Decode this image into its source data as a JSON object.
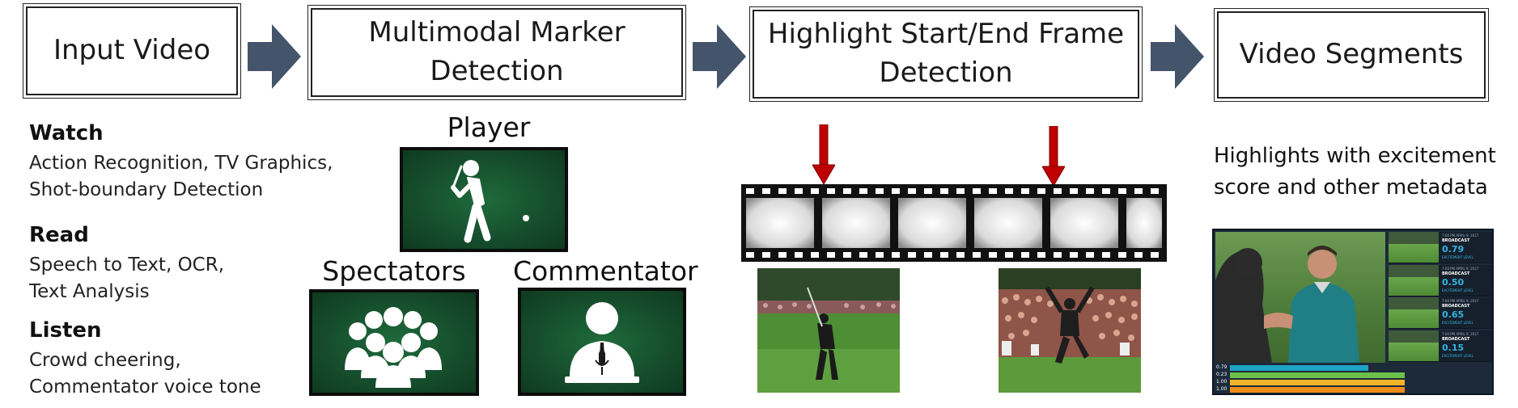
{
  "pipeline": {
    "step1": "Input Video",
    "step2_line1": "Multimodal Marker",
    "step2_line2": "Detection",
    "step3_line1": "Highlight Start/End Frame",
    "step3_line2": "Detection",
    "step4": "Video Segments"
  },
  "modalities": {
    "watch_title": "Watch",
    "watch_desc": "Action Recognition, TV Graphics,\nShot-boundary Detection",
    "read_title": "Read",
    "read_desc": "Speech to Text, OCR,\nText Analysis",
    "listen_title": "Listen",
    "listen_desc": "Crowd cheering,\nCommentator voice tone"
  },
  "markers": {
    "player": "Player",
    "spectators": "Spectators",
    "commentator": "Commentator"
  },
  "segments": {
    "caption": "Highlights with excitement\nscore and other metadata",
    "thumbs": [
      {
        "date": "7:00 PM APRIL 9, 2017",
        "tag": "BROADCAST",
        "score": "0.79",
        "label": "EXCITEMENT LEVEL"
      },
      {
        "date": "7:00 PM APRIL 9, 2017",
        "tag": "BROADCAST",
        "score": "0.50",
        "label": "EXCITEMENT LEVEL"
      },
      {
        "date": "7:00 PM APRIL 9, 2017",
        "tag": "BROADCAST",
        "score": "0.65",
        "label": "EXCITEMENT LEVEL"
      },
      {
        "date": "7:00 PM APRIL 9, 2017",
        "tag": "BROADCAST",
        "score": "0.15",
        "label": "EXCITEMENT LEVEL"
      }
    ],
    "bars": [
      {
        "value": "0.79",
        "color": "#1fa3c4",
        "fill": 0.79
      },
      {
        "value": "0.23",
        "color": "#6cc04a",
        "fill": 1.0
      },
      {
        "value": "1.00",
        "color": "#f0b429",
        "fill": 1.0
      },
      {
        "value": "1.00",
        "color": "#f08c1a",
        "fill": 1.0
      }
    ]
  },
  "colors": {
    "flow_arrow": "#44546a",
    "marker_arrow": "#c00000",
    "panel_green": "#1f6b3c",
    "dash_bg": "#1c2a3a",
    "dash_accent": "#35b4e0"
  }
}
